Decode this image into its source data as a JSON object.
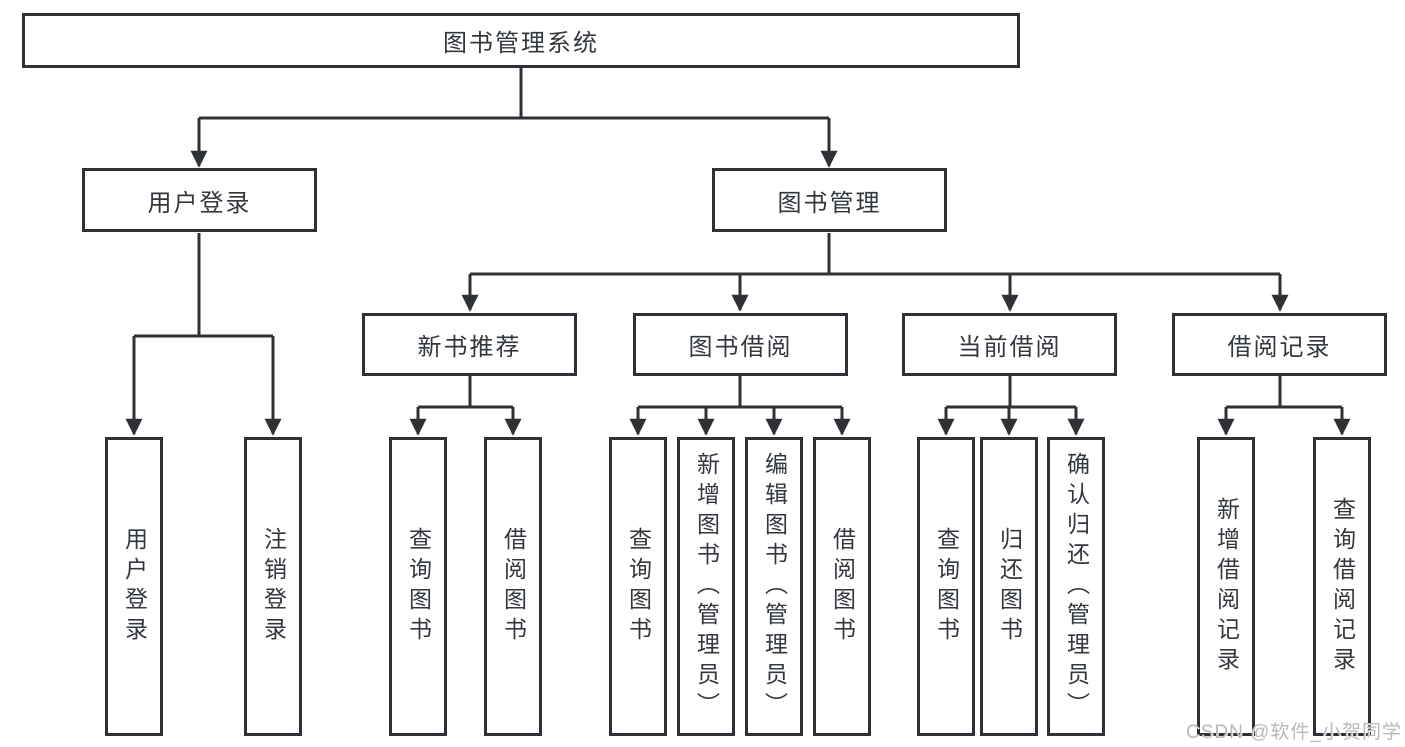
{
  "colors": {
    "line": "#2e3135",
    "text": "#33383e",
    "watermark": "#b7b9bc",
    "background": "#ffffff"
  },
  "diagram": {
    "root": {
      "label": "图书管理系统"
    },
    "branches": [
      {
        "label": "用户登录",
        "children": [
          {
            "label": "用户登录"
          },
          {
            "label": "注销登录"
          }
        ]
      },
      {
        "label": "图书管理",
        "children": [
          {
            "label": "新书推荐",
            "children": [
              {
                "label": "查询图书"
              },
              {
                "label": "借阅图书"
              }
            ]
          },
          {
            "label": "图书借阅",
            "children": [
              {
                "label": "查询图书"
              },
              {
                "label": "新增图书（管理员）"
              },
              {
                "label": "编辑图书（管理员）"
              },
              {
                "label": "借阅图书"
              }
            ]
          },
          {
            "label": "当前借阅",
            "children": [
              {
                "label": "查询图书"
              },
              {
                "label": "归还图书"
              },
              {
                "label": "确认归还（管理员）"
              }
            ]
          },
          {
            "label": "借阅记录",
            "children": [
              {
                "label": "新增借阅记录"
              },
              {
                "label": "查询借阅记录"
              }
            ]
          }
        ]
      }
    ],
    "watermark": "CSDN @软件_小贺同学"
  }
}
